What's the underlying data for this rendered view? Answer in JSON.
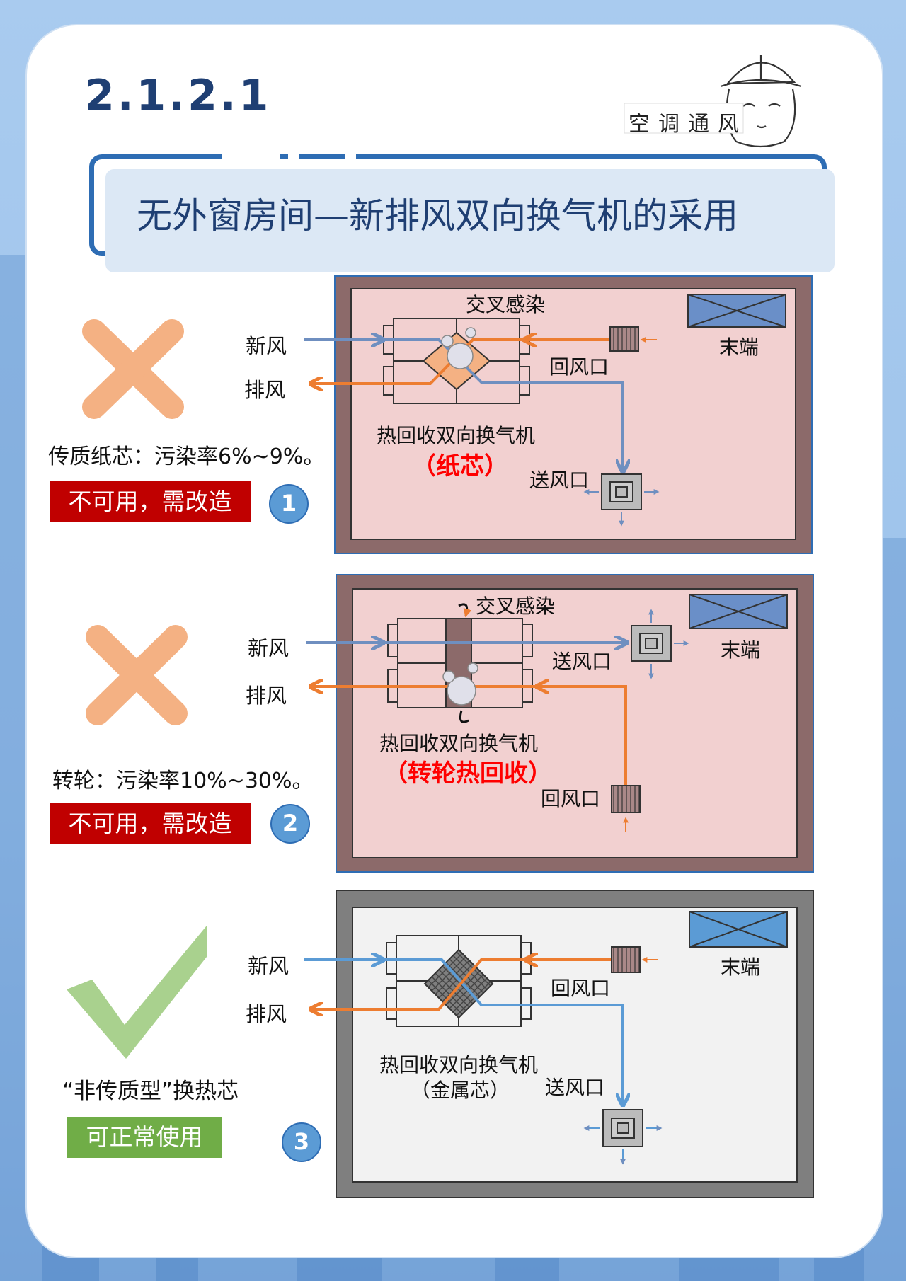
{
  "section_number": "2.1.2.1",
  "logo_text": "空调通风",
  "heading": "无外窗房间—新排风双向换气机的采用",
  "panels": [
    {
      "number": "1",
      "mark": "cross",
      "description": "传质纸芯：污染率6%~9%。",
      "status": "不可用，需改造",
      "status_color": "#c00000",
      "labels": {
        "fresh_air": "新风",
        "exhaust_air": "排风",
        "cross_infection": "交叉感染",
        "terminal": "末端",
        "return_vent": "回风口",
        "supply_vent": "送风口",
        "unit_name": "热回收双向换气机",
        "core_type": "（纸芯）"
      }
    },
    {
      "number": "2",
      "mark": "cross",
      "description": "转轮：污染率10%~30%。",
      "status": "不可用，需改造",
      "status_color": "#c00000",
      "labels": {
        "fresh_air": "新风",
        "exhaust_air": "排风",
        "cross_infection": "交叉感染",
        "terminal": "末端",
        "return_vent": "回风口",
        "supply_vent": "送风口",
        "unit_name": "热回收双向换气机",
        "core_type": "（转轮热回收）"
      }
    },
    {
      "number": "3",
      "mark": "check",
      "description": "“非传质型”换热芯",
      "status": "可正常使用",
      "status_color": "#70ad47",
      "labels": {
        "fresh_air": "新风",
        "exhaust_air": "排风",
        "terminal": "末端",
        "return_vent": "回风口",
        "supply_vent": "送风口",
        "unit_name": "热回收双向换气机",
        "core_type": "（金属芯）"
      }
    }
  ],
  "colors": {
    "fresh_air": "#6f8fc0",
    "exhaust_air": "#ed7d31",
    "cross_mark": "#f4b183",
    "check_mark": "#a9d18e",
    "title": "#1f3f73",
    "frame_brown": "#8c6a6a",
    "frame_gray": "#7f7f7f",
    "room_pink": "#f2d0d0",
    "room_gray": "#f2f2f2",
    "highlight_red": "#ff0000",
    "terminal_blue": "#5b9bd5"
  }
}
